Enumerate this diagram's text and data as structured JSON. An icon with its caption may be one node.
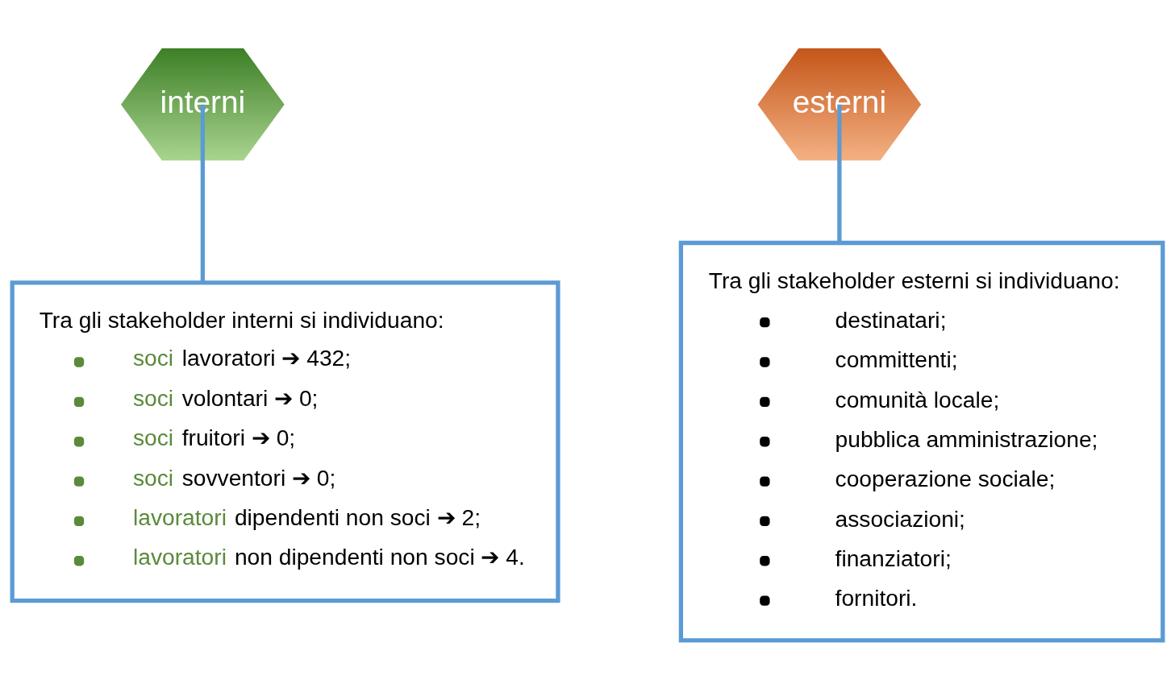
{
  "diagram": {
    "nodes": [
      {
        "text": [
          "interni"
        ]
      },
      {
        "text": [
          "Tra gli stakeholder interni si individuano:",
          "soci lavoratori ➔ 432;",
          "soci volontari ➔ 0;",
          "soci fruitori ➔ 0;",
          "soci sovventori ➔ 0;",
          "lavoratori dipendenti non soci ➔ 2;",
          "lavoratori non dipendenti non soci ➔ 4."
        ]
      },
      {
        "text": [
          "esterni"
        ]
      },
      {
        "text": [
          "Tra gli stakeholder esterni si individuano:",
          "destinatari;",
          "committenti;",
          "comunità locale;",
          "pubblica amministrazione;",
          "cooperazione sociale;",
          "associazioni;",
          "finanziatori;",
          "fornitori."
        ]
      }
    ],
    "edges": [
      {
        "from": 0,
        "to": 1,
        "arrow": "none"
      },
      {
        "from": 2,
        "to": 3,
        "arrow": "none"
      }
    ]
  }
}
